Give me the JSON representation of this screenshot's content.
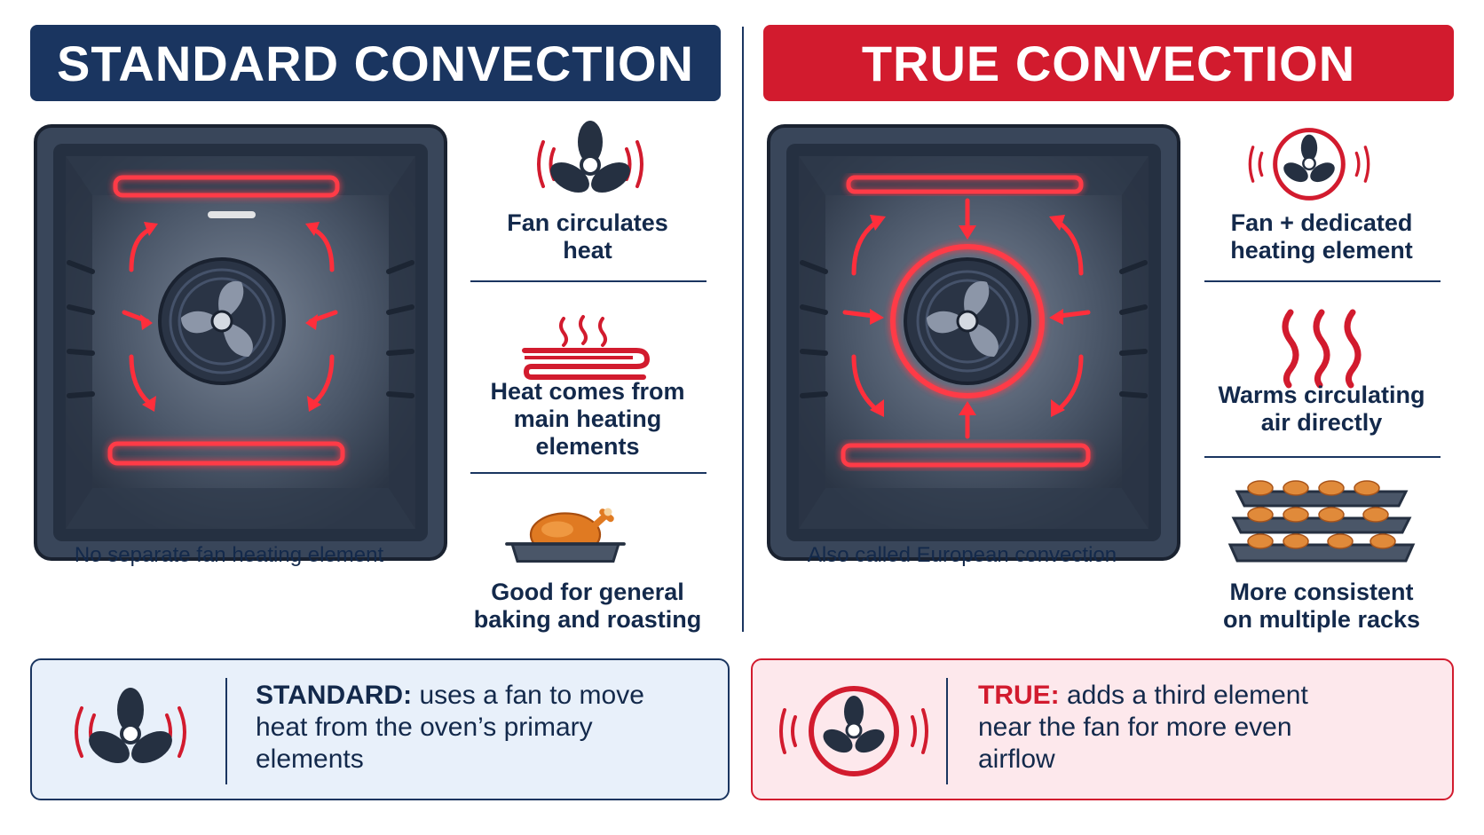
{
  "standard": {
    "title": "STANDARD CONVECTION",
    "oven_caption": "No separate fan heating element",
    "features": [
      {
        "icon": "fan-heat-icon",
        "text_line1": "Fan circulates",
        "text_line2": "heat",
        "text_line3": ""
      },
      {
        "icon": "heating-element-icon",
        "text_line1": "Heat comes from",
        "text_line2": "main heating",
        "text_line3": "elements"
      },
      {
        "icon": "roast-turkey-icon",
        "text_line1": "Good for general",
        "text_line2": "baking and roasting",
        "text_line3": ""
      }
    ],
    "summary_label": "STANDARD:",
    "summary_line1": "uses a fan to move",
    "summary_line2": "heat from the oven’s primary",
    "summary_line3": "elements"
  },
  "true": {
    "title": "TRUE CONVECTION",
    "oven_caption": "Also called European convection",
    "features": [
      {
        "icon": "fan-ring-element-icon",
        "text_line1": "Fan + dedicated",
        "text_line2": "heating element",
        "text_line3": ""
      },
      {
        "icon": "heat-waves-icon",
        "text_line1": "Warms circulating",
        "text_line2": "air directly",
        "text_line3": ""
      },
      {
        "icon": "multiple-racks-cookies-icon",
        "text_line1": "More consistent",
        "text_line2": "on multiple racks",
        "text_line3": ""
      }
    ],
    "summary_label": "TRUE:",
    "summary_line1": "adds a third element",
    "summary_line2": "near the fan for more even",
    "summary_line3": "airflow"
  },
  "colors": {
    "navy": "#1a3560",
    "red": "#d21b2e",
    "glow": "#ff3b46",
    "light_blue": "#e8f0fa",
    "light_pink": "#fde8ec"
  }
}
